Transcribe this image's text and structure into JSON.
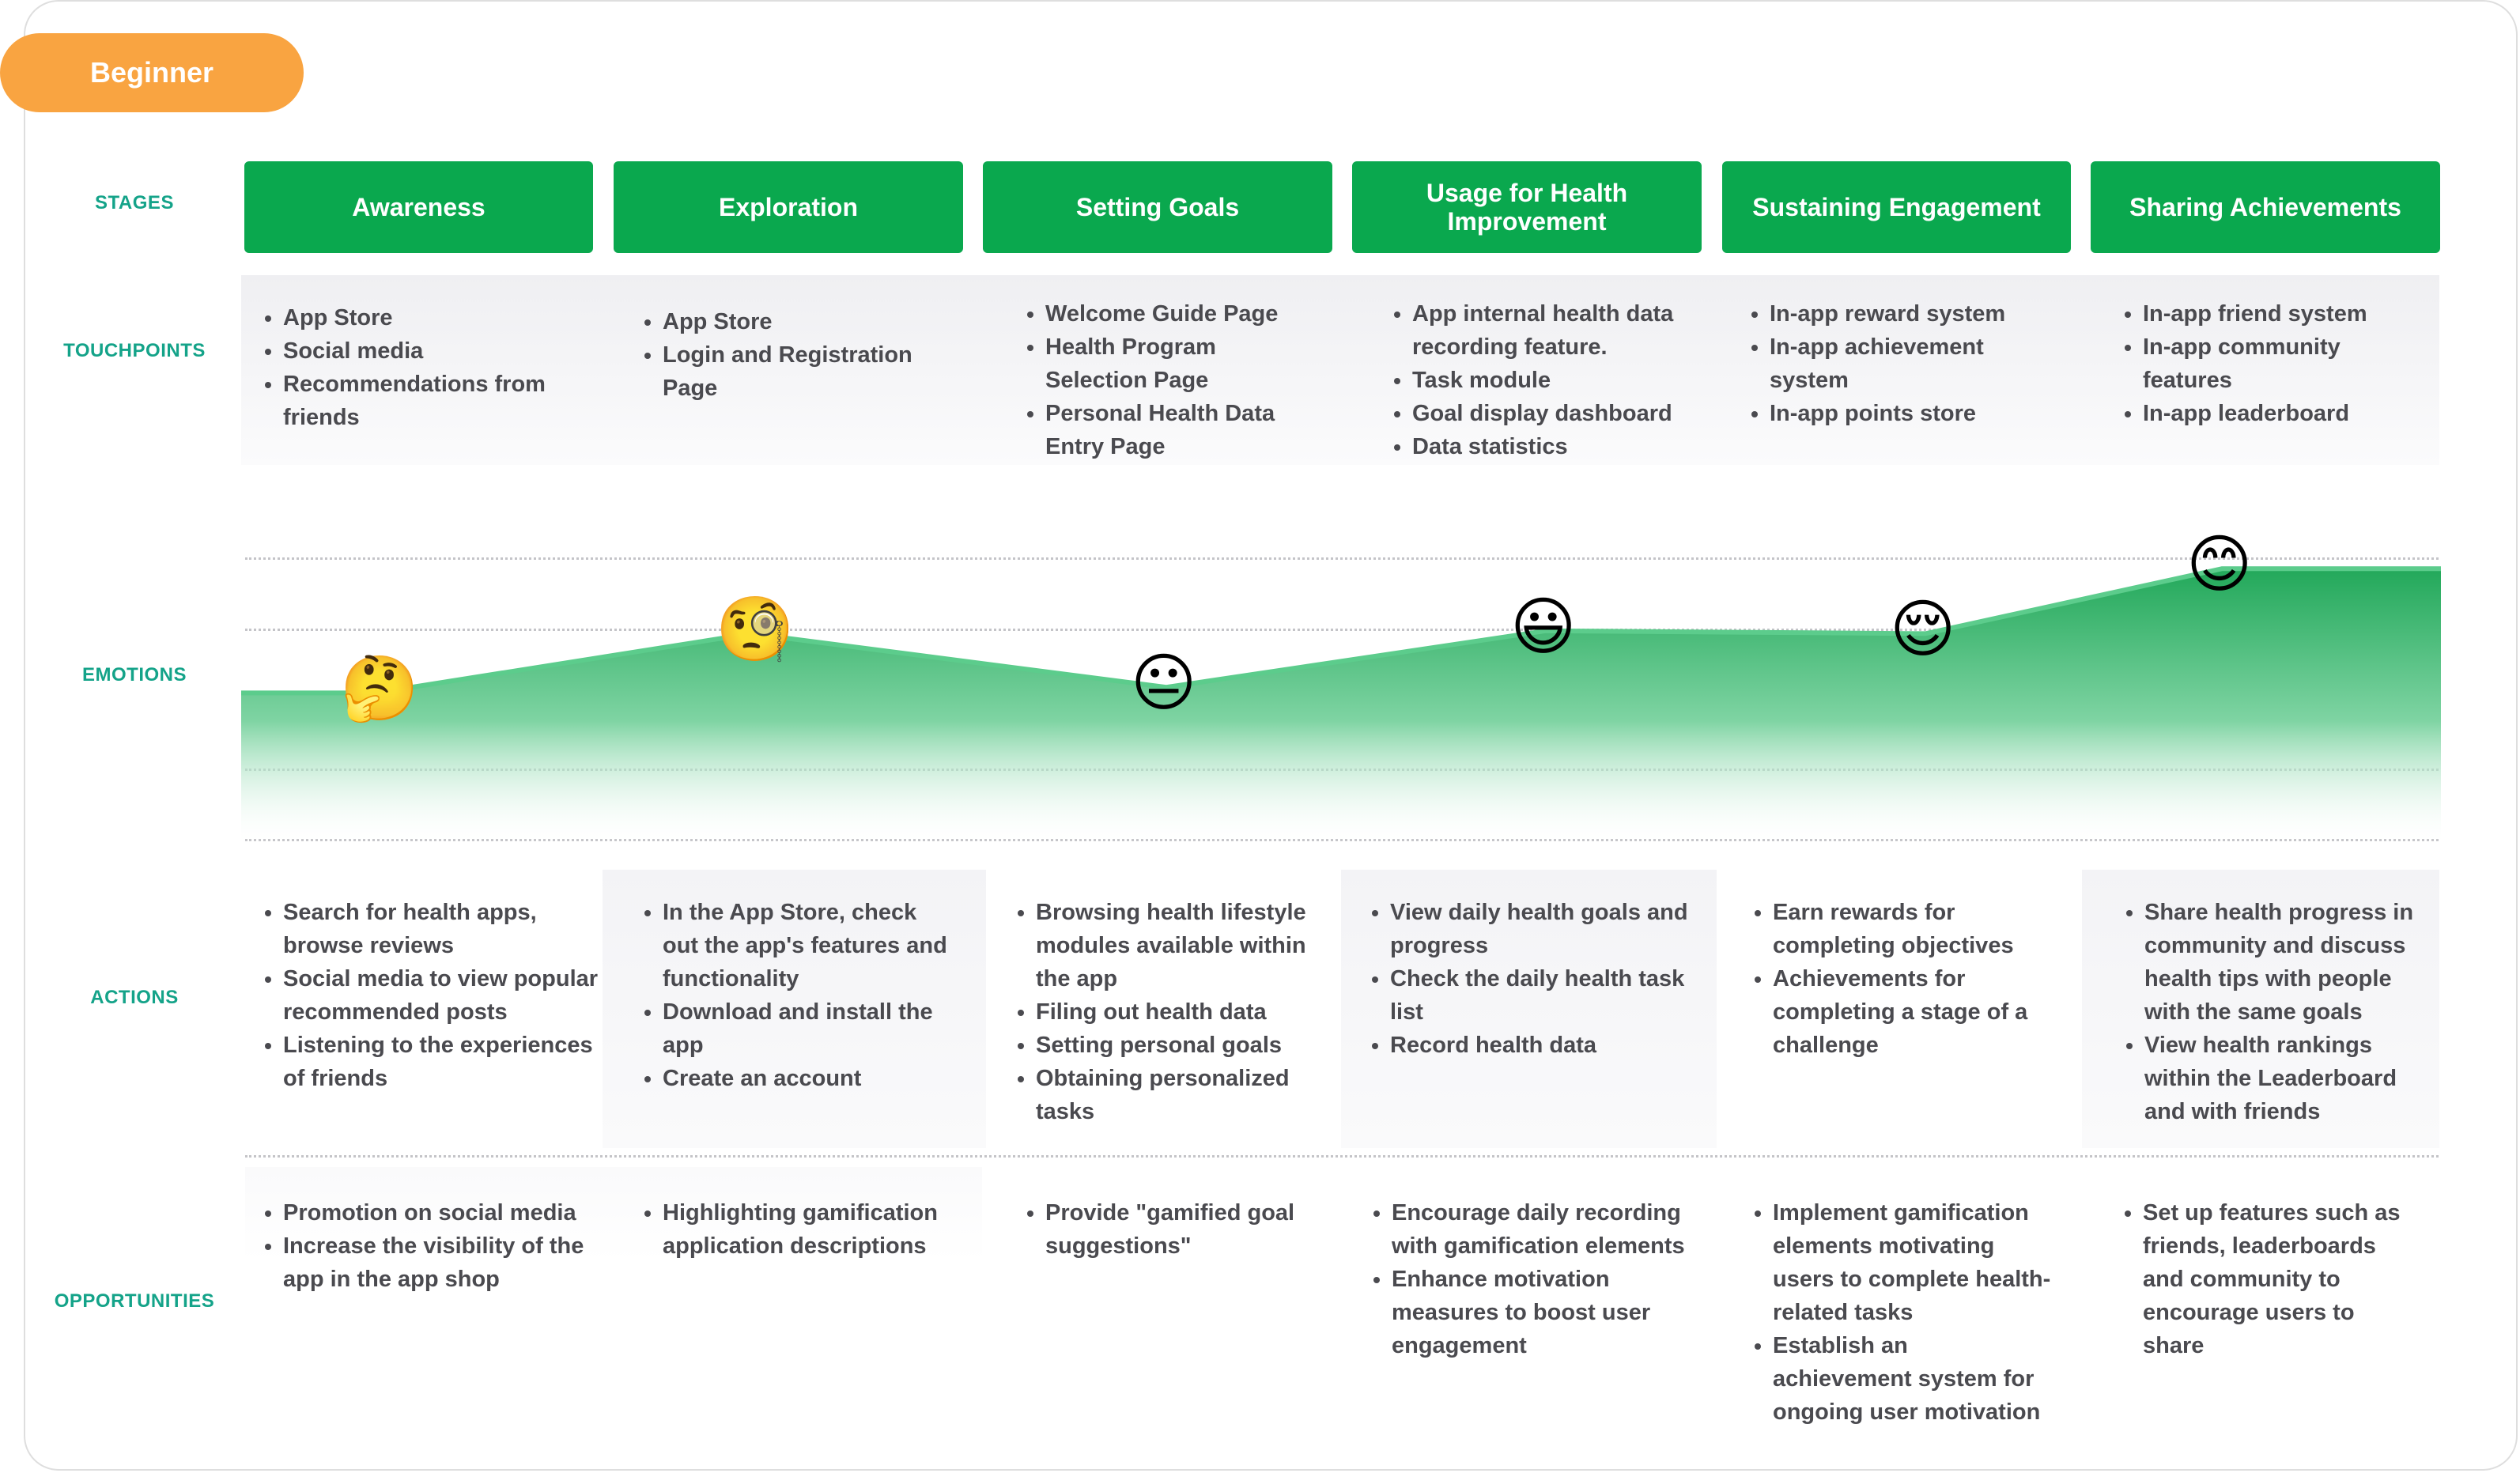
{
  "badge": "Beginner",
  "row_labels": {
    "stages": "STAGES",
    "touchpoints": "TOUCHPOINTS",
    "emotions": "EMOTIONS",
    "actions": "ACTIONS",
    "opportunities": "OPPORTUNITIES"
  },
  "stages": [
    "Awareness",
    "Exploration",
    "Setting Goals",
    "Usage for Health Improvement",
    "Sustaining Engagement",
    "Sharing Achievements"
  ],
  "touchpoints": [
    [
      "App Store",
      "Social media",
      "Recommendations from friends"
    ],
    [
      "App Store",
      "Login and Registration Page"
    ],
    [
      "Welcome Guide Page",
      "Health Program Selection Page",
      "Personal Health Data Entry Page"
    ],
    [
      "App internal health data recording feature.",
      "Task module",
      "Goal display dashboard",
      "Data statistics"
    ],
    [
      "In-app reward system",
      "In-app achievement system",
      "In-app points store"
    ],
    [
      "In-app friend system",
      "In-app community features",
      "In-app leaderboard"
    ]
  ],
  "emotions": {
    "icons": [
      "thinking-face",
      "face-with-monocle",
      "neutral-face",
      "smiling-face-big-eyes",
      "relieved-face",
      "smiling-face-smiling-eyes"
    ],
    "emoji": [
      "🤔",
      "🧐",
      "😐",
      "😃",
      "😌",
      "😊"
    ],
    "level": [
      0.52,
      0.73,
      0.54,
      0.74,
      0.73,
      0.96
    ]
  },
  "actions": [
    [
      "Search for health apps, browse reviews",
      "Social media to view popular recommended posts",
      "Listening to the experiences of friends"
    ],
    [
      "In the App Store, check out the app's features and functionality",
      "Download and install the app",
      "Create an account"
    ],
    [
      "Browsing health lifestyle modules available within the app",
      "Filing out health data",
      "Setting personal goals",
      "Obtaining personalized tasks"
    ],
    [
      "View daily health goals and progress",
      "Check the daily health task list",
      "Record health data"
    ],
    [
      "Earn rewards for completing objectives",
      "Achievements for completing a stage of a challenge"
    ],
    [
      "Share health progress in community and discuss health tips with people with the same goals",
      "View health rankings within the Leaderboard and with friends"
    ]
  ],
  "opportunities": [
    [
      "Promotion on social media",
      "Increase the visibility of the app in the app shop"
    ],
    [
      "Highlighting gamification application descriptions"
    ],
    [
      "Provide \"gamified goal suggestions\""
    ],
    [
      "Encourage daily recording with gamification elements",
      "Enhance motivation measures to boost user engagement"
    ],
    [
      "Implement gamification elements motivating users to complete health-related tasks",
      "Establish an achievement system for ongoing user motivation"
    ],
    [
      "Set up features such as friends, leaderboards and community to encourage users to share"
    ]
  ],
  "colors": {
    "badge": "#f9a441",
    "stage": "#0aa84e",
    "label": "#14a389",
    "emotion_fill": "#3fbd72"
  }
}
